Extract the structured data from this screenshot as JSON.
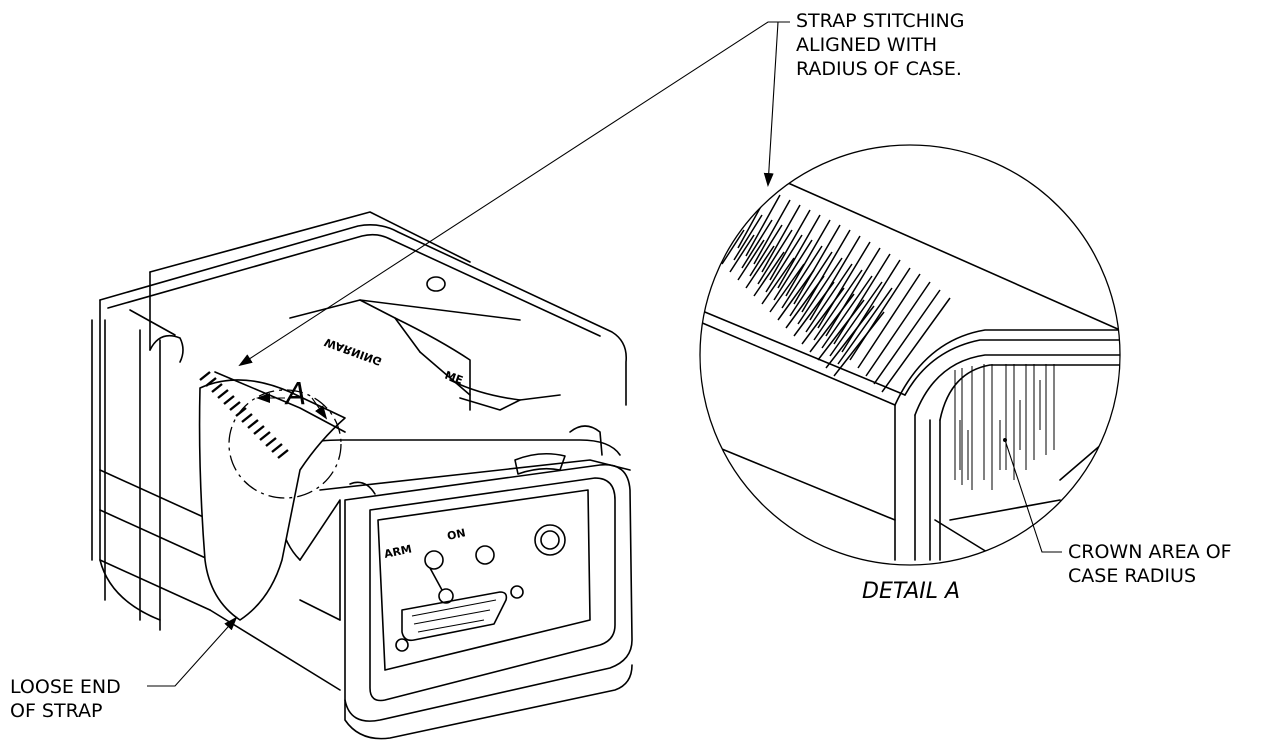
{
  "callouts": {
    "strap_stitching": [
      "STRAP STITCHING",
      "ALIGNED WITH",
      "RADIUS OF CASE."
    ],
    "crown_area": [
      "CROWN AREA OF",
      "CASE RADIUS"
    ],
    "loose_end": [
      "LOOSE END",
      "OF STRAP"
    ]
  },
  "detail": {
    "title": "DETAIL A",
    "view_letter": "A"
  },
  "device_labels": {
    "warning": "WARNING",
    "on_label": "ON",
    "arm_label": "ARM",
    "front_small_label": "ME"
  },
  "icons": {
    "view_arrow": "view-arrow-icon",
    "leader_arrow": "leader-arrow-icon"
  }
}
